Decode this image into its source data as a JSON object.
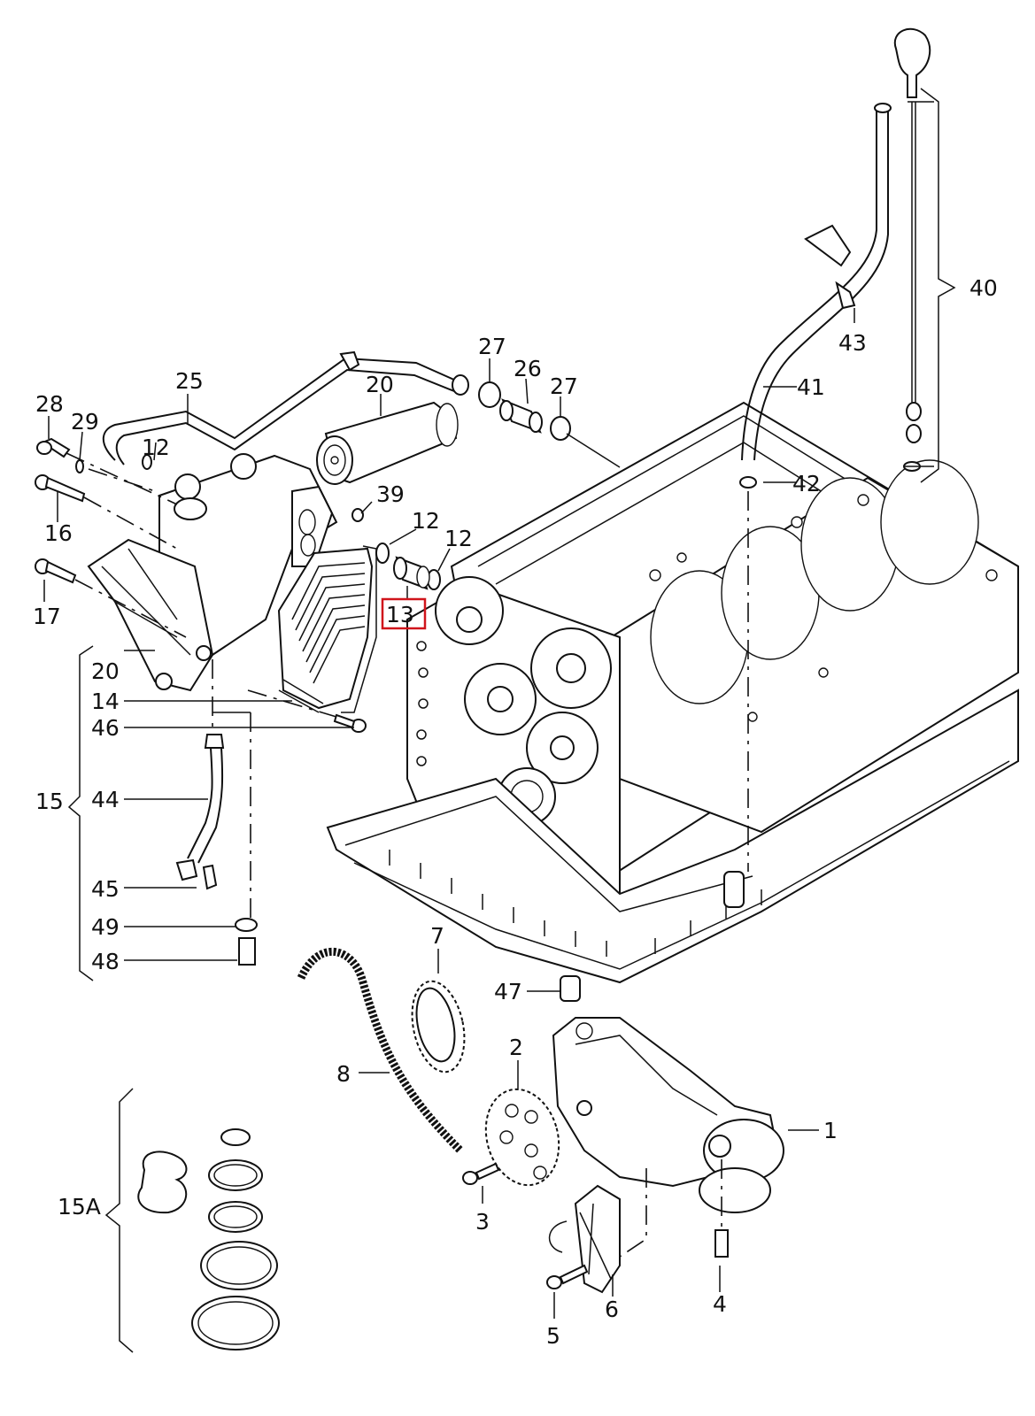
{
  "diagram": {
    "type": "exploded-parts-diagram",
    "subject": "engine block oil system: oil cooler / filter housing, dipstick, oil pump and chain drive",
    "highlight_color": "#d0141b",
    "highlighted_callout": "13",
    "callouts": {
      "c1": "1",
      "c2": "2",
      "c3": "3",
      "c4": "4",
      "c5": "5",
      "c6": "6",
      "c7": "7",
      "c8": "8",
      "c12a": "12",
      "c12b": "12",
      "c12c": "12",
      "c13": "13",
      "c14": "14",
      "c15": "15",
      "c15A": "15A",
      "c16": "16",
      "c17": "17",
      "c20a": "20",
      "c20b": "20",
      "c25": "25",
      "c26": "26",
      "c27a": "27",
      "c27b": "27",
      "c28": "28",
      "c29": "29",
      "c39": "39",
      "c40": "40",
      "c41": "41",
      "c42": "42",
      "c43": "43",
      "c44": "44",
      "c45": "45",
      "c46": "46",
      "c47": "47",
      "c48": "48",
      "c49": "49"
    },
    "groups": [
      {
        "label": "15",
        "members": [
          "20",
          "14",
          "46",
          "44",
          "45",
          "49",
          "48"
        ]
      },
      {
        "label": "15A",
        "members": [
          "seal kit: 6 o-rings / gaskets"
        ]
      },
      {
        "label": "40",
        "members": [
          "dipstick"
        ]
      }
    ]
  }
}
